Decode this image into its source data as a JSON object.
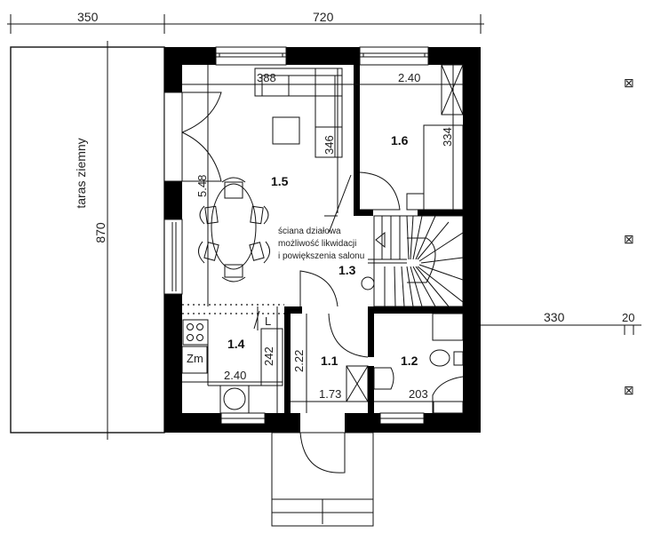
{
  "plan": {
    "top_dimensions": [
      {
        "label": "350"
      },
      {
        "label": "720"
      }
    ],
    "side_dimension": {
      "label": "870"
    },
    "terrace_label": "taras ziemny",
    "right_dimensions": [
      {
        "label": "330"
      },
      {
        "label": "20"
      }
    ],
    "rooms": [
      {
        "id": "1.1",
        "label": "1.1",
        "width_label": "1.73",
        "height_label": "2.22"
      },
      {
        "id": "1.2",
        "label": "1.2",
        "width_label": "203"
      },
      {
        "id": "1.3",
        "label": "1.3"
      },
      {
        "id": "1.4",
        "label": "1.4",
        "width_label": "2.40",
        "height_label": "242"
      },
      {
        "id": "1.5",
        "label": "1.5",
        "width_label": "388",
        "height_label": "5.48",
        "sofa_label": "346"
      },
      {
        "id": "1.6",
        "label": "1.6",
        "width_label": "2.40",
        "height_label": "334"
      }
    ],
    "kitchen_labels": {
      "fridge": "Zm",
      "unit": "L"
    },
    "wall_note": {
      "line1": "ściana działowa",
      "line2": "możliwość likwidacji",
      "line3": "i powiększenia salonu"
    },
    "markers": [
      "⊠",
      "⊠",
      "⊠"
    ],
    "colors": {
      "wall": "#000000",
      "line": "#111111",
      "background": "#ffffff"
    }
  }
}
